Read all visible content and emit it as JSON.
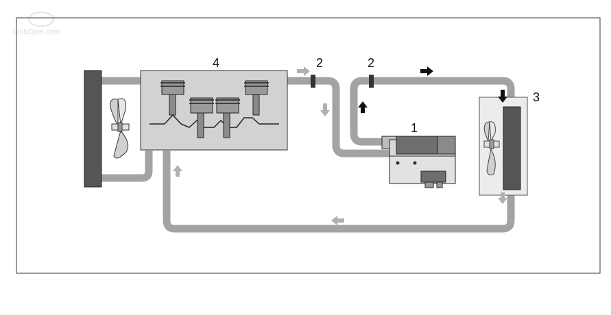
{
  "watermark": "ClubOpel.com",
  "labels": {
    "engine": "4",
    "valve_left": "2",
    "valve_right": "2",
    "heater": "1",
    "heat_exchanger": "3"
  },
  "colors": {
    "frame": "#333333",
    "pipe": "#a3a3a3",
    "engine_fill": "#d2d2d2",
    "radiator": "#555555",
    "arrow_dark": "#111111",
    "arrow_light": "#b0b0b0"
  },
  "icons": [
    "fan-icon",
    "piston-icon",
    "heater-unit-icon",
    "flow-arrow-icon"
  ]
}
